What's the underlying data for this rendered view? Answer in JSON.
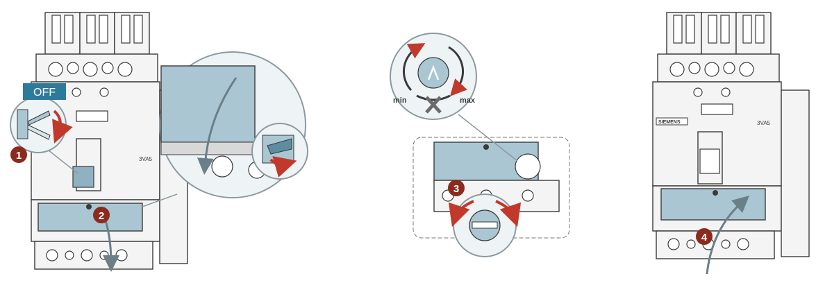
{
  "steps": [
    {
      "number": "1"
    },
    {
      "number": "2"
    },
    {
      "number": "3"
    },
    {
      "number": "4"
    }
  ],
  "labels": {
    "off": "OFF",
    "min": "min",
    "max": "max",
    "model": "3VA5",
    "brand": "SIEMENS"
  },
  "colors": {
    "step_badge": "#8b2b1d",
    "arrow": "#c0392b",
    "off_badge": "#2e7a9a",
    "cover": "#a9c6d2",
    "line": "#3a3a3a"
  },
  "icons": [
    "rotate-arrow-icon",
    "cross-icon",
    "screwdriver-slot-icon",
    "arrow-icon"
  ]
}
